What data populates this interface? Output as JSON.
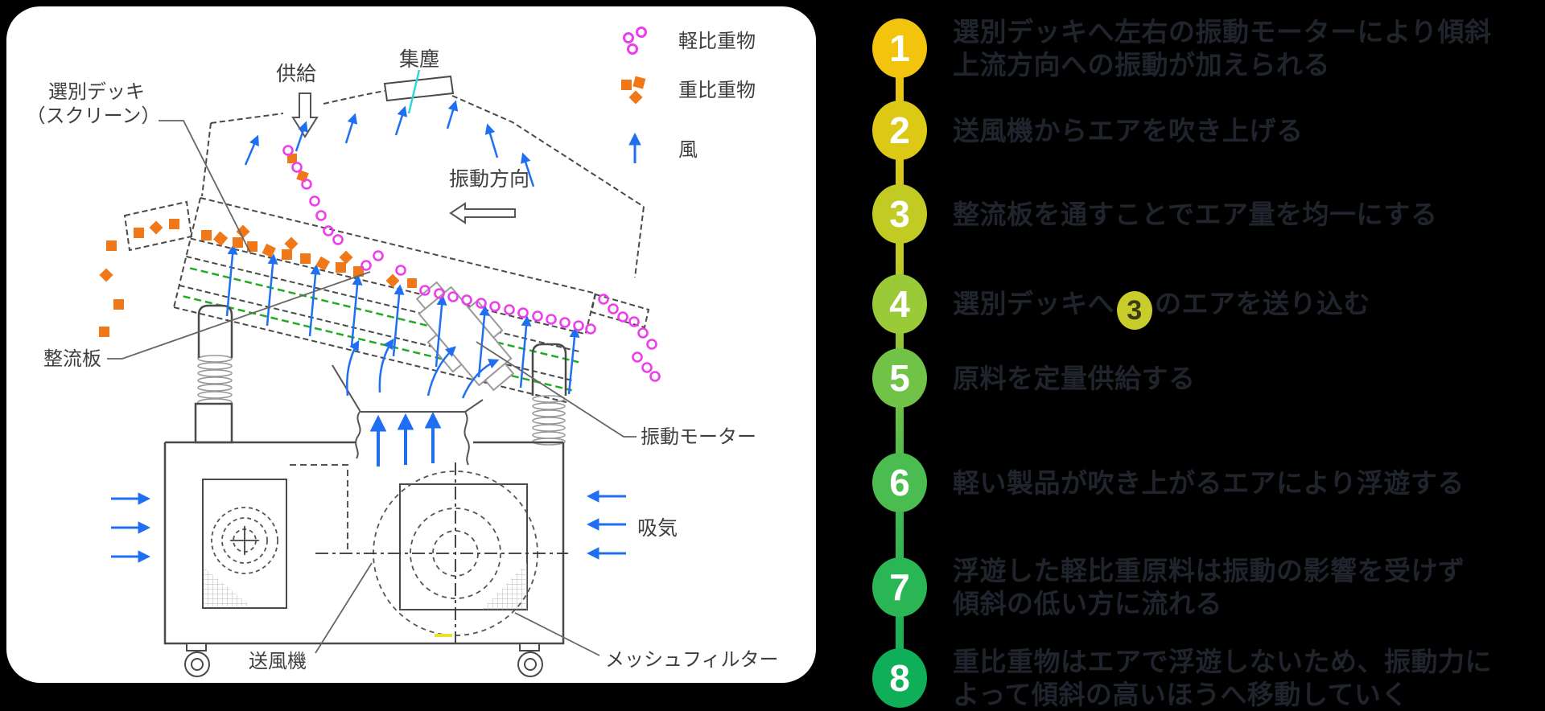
{
  "colors": {
    "background": "#000000",
    "panel": "#ffffff",
    "step_text": "#20242d",
    "diagram_label": "#3f3f3f",
    "wind_blue": "#1f6ff2",
    "light_pink": "#ee3cee",
    "heavy_orange": "#f07818",
    "rectifier_green": "#22aa22",
    "dust_cyan": "#2fd8d8",
    "yellow_mark": "#ece22a"
  },
  "diagram": {
    "labels": {
      "deck_line1": "選別デッキ",
      "deck_line2": "（スクリーン）",
      "supply": "供給",
      "dust_collect": "集塵",
      "vibration_direction": "振動方向",
      "rectifier_plate": "整流板",
      "vibration_motor": "振動モーター",
      "intake": "吸気",
      "blower": "送風機",
      "mesh_filter": "メッシュフィルター"
    },
    "legend": {
      "light_material": "軽比重物",
      "heavy_material": "重比重物",
      "wind": "風"
    }
  },
  "steps": [
    {
      "num": "1",
      "color": "#F2C40D",
      "lines": [
        "選別デッキへ左右の振動モーターにより傾斜",
        "上流方向への振動が加えられる"
      ]
    },
    {
      "num": "2",
      "color": "#DBC916",
      "lines": [
        "送風機からエアを吹き上げる"
      ]
    },
    {
      "num": "3",
      "color": "#C2CB24",
      "lines": [
        "整流板を通すことでエア量を均一にする"
      ]
    },
    {
      "num": "4",
      "color": "#9ACA37",
      "badge": {
        "pre": "選別デッキへ",
        "label": "3",
        "post": "のエアを送り込む",
        "badge_color": "#C8CD2B",
        "badge_text_color": "#3a3d12"
      }
    },
    {
      "num": "5",
      "color": "#70C346",
      "lines": [
        "原料を定量供給する"
      ]
    },
    {
      "num": "6",
      "color": "#4BBC4F",
      "lines": [
        "軽い製品が吹き上がるエアにより浮遊する"
      ]
    },
    {
      "num": "7",
      "color": "#2AB654",
      "lines": [
        "浮遊した軽比重原料は振動の影響を受けず",
        "傾斜の低い方に流れる"
      ]
    },
    {
      "num": "8",
      "color": "#0EAF58",
      "lines": [
        "重比重物はエアで浮遊しないため、振動力に",
        "よって傾斜の高いほうへ移動していく"
      ]
    }
  ]
}
